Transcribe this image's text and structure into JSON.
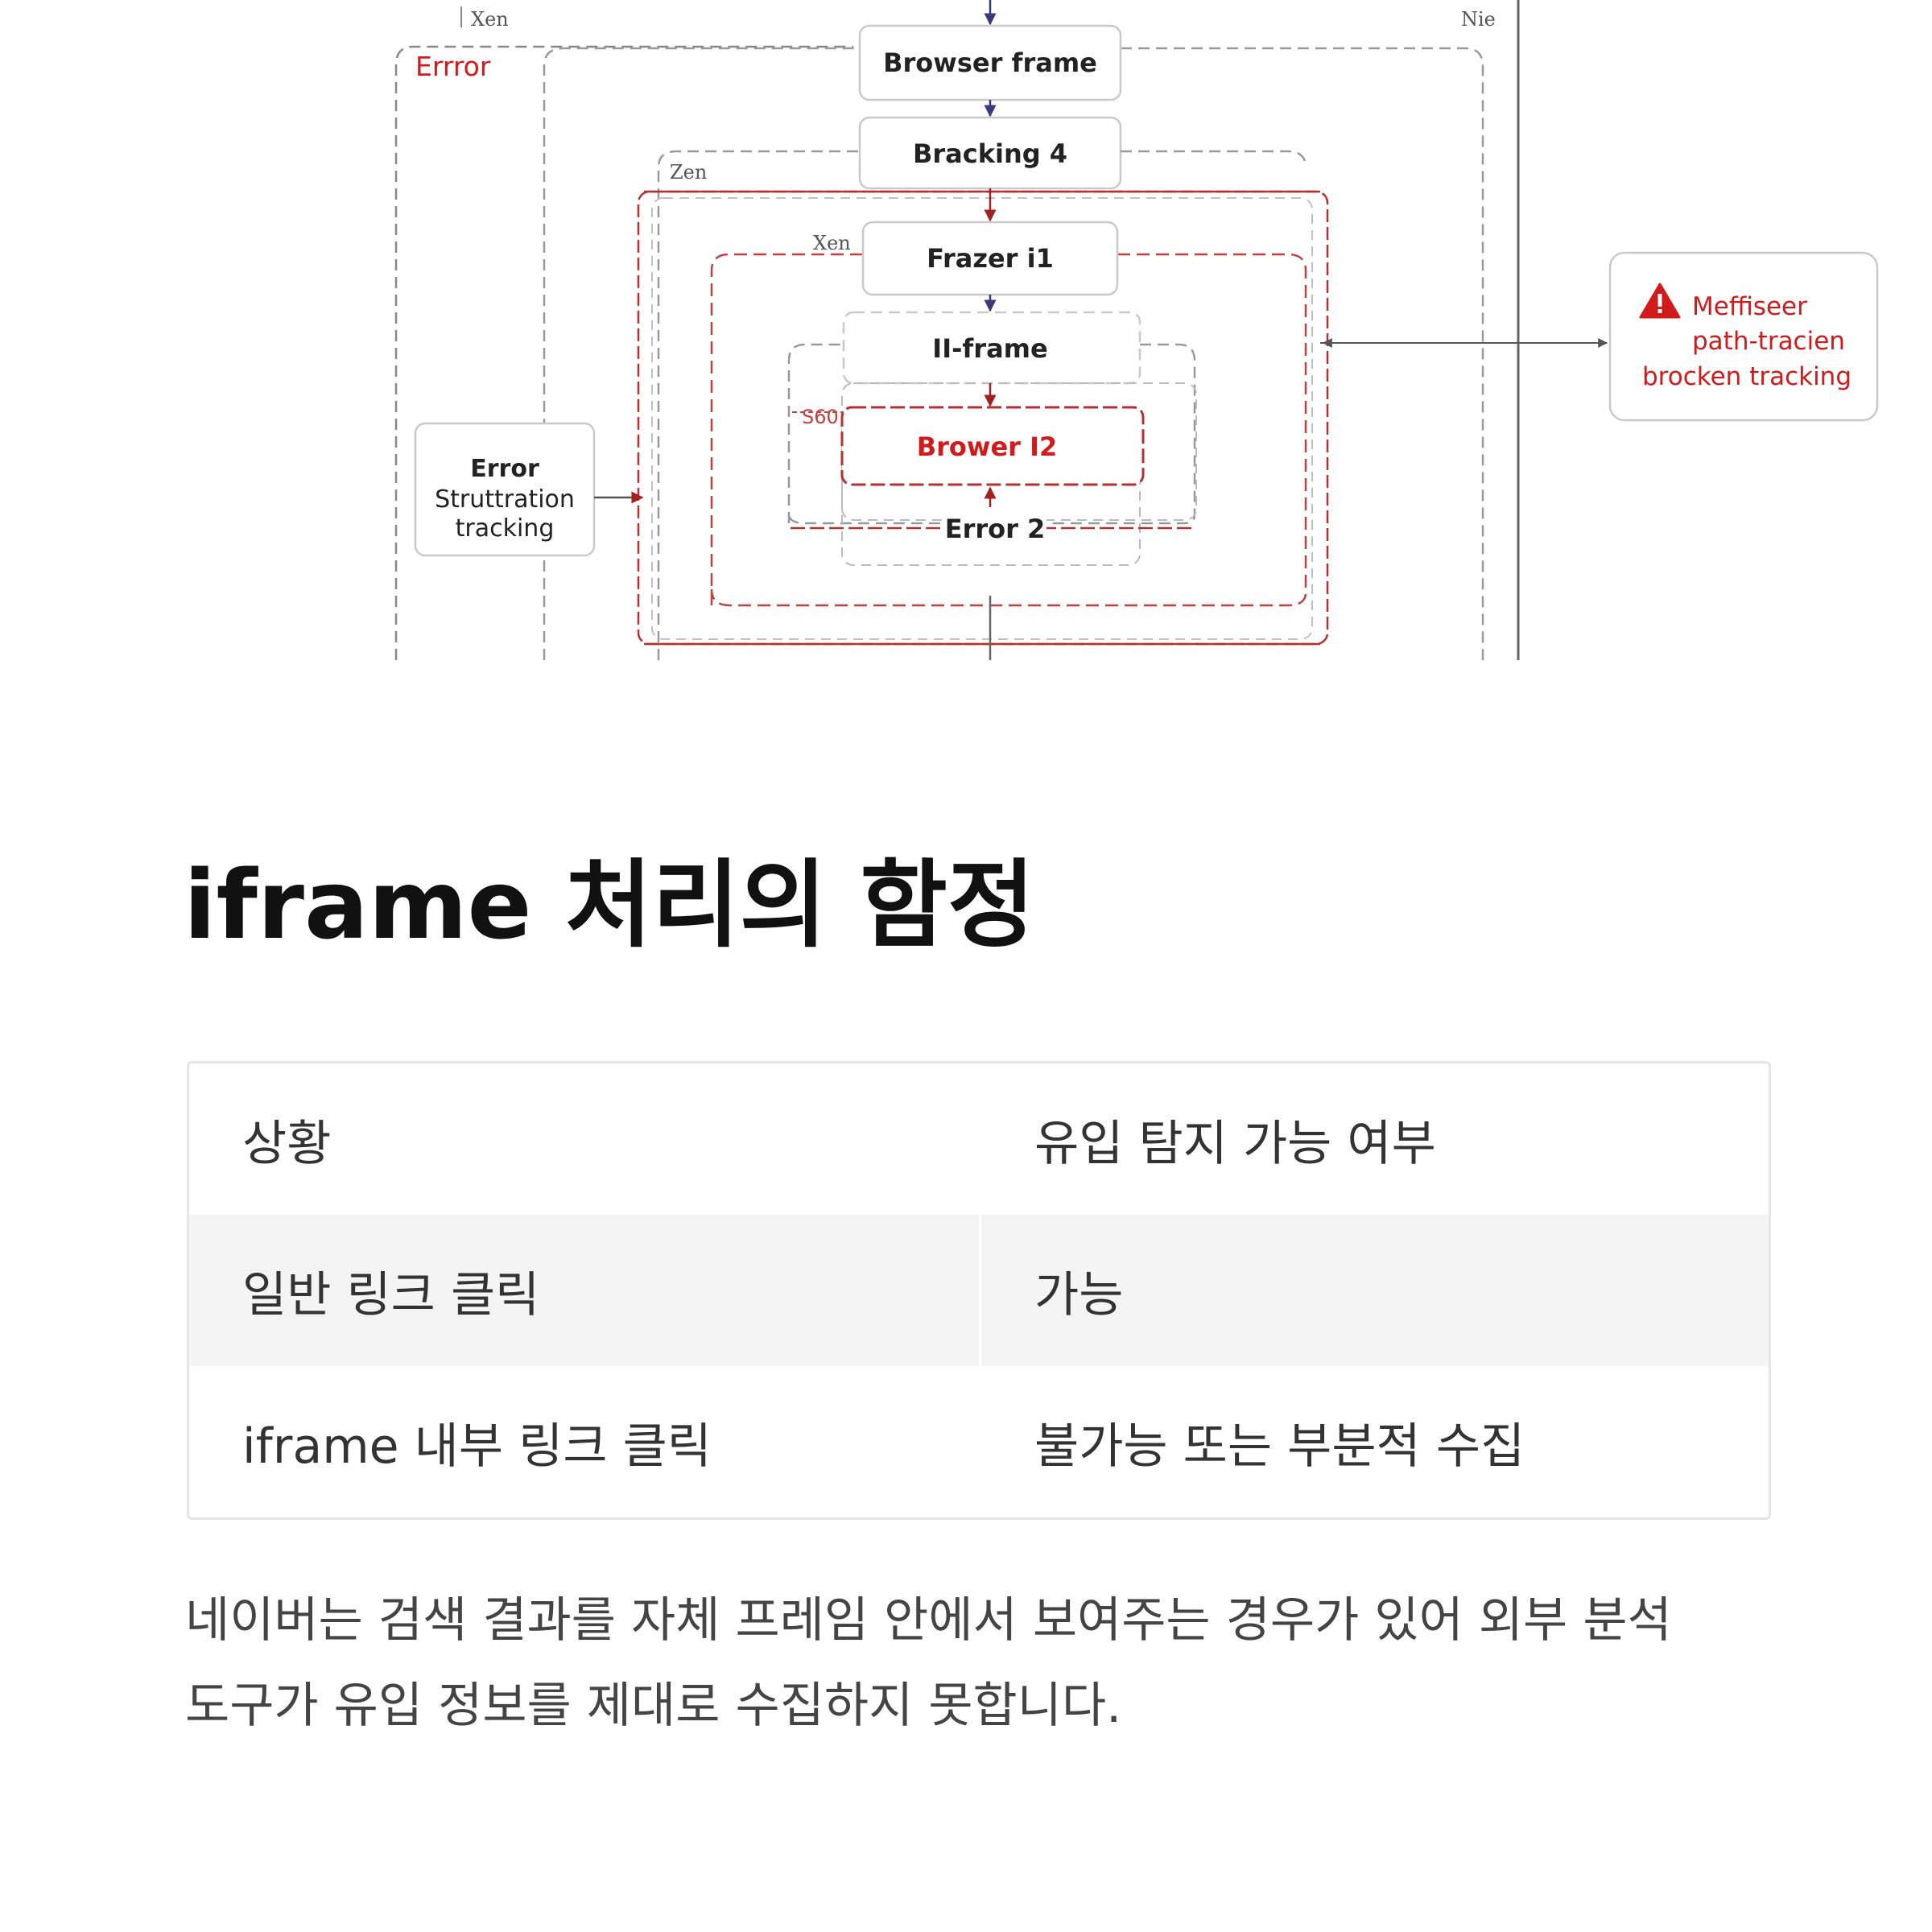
{
  "diagram": {
    "labels": {
      "xen_top": "Xen",
      "nie": "Nie",
      "errror": "Errror",
      "zen": "Zen",
      "xen_inner": "Xen",
      "s60": "S60"
    },
    "nodes": {
      "browser_frame": "Browser frame",
      "bracking": "Bracking 4",
      "frazer": "Frazer i1",
      "ii_frame": "II-frame",
      "brower": "Brower I2",
      "error2": "Error 2"
    },
    "side_box": {
      "line1": "Error",
      "line2": "Struttration",
      "line3": "tracking"
    },
    "alert_box": {
      "icon": "warning-triangle-icon",
      "line1": "Meffiseer",
      "line2": "path-tracien",
      "line3": "brocken tracking"
    },
    "colors": {
      "accent_red": "#d11a1a",
      "arrow_blue": "#3a3a7a",
      "gray_line": "#9a9a9a"
    }
  },
  "article": {
    "heading": "iframe 처리의 함정",
    "table": {
      "header": [
        "상황",
        "유입 탐지 가능 여부"
      ],
      "rows": [
        [
          "일반 링크 클릭",
          "가능"
        ],
        [
          "iframe 내부 링크 클릭",
          "불가능 또는 부분적 수집"
        ]
      ]
    },
    "paragraph": "네이버는 검색 결과를 자체 프레임 안에서 보여주는 경우가 있어 외부 분석 도구가 유입 정보를 제대로 수집하지 못합니다."
  }
}
